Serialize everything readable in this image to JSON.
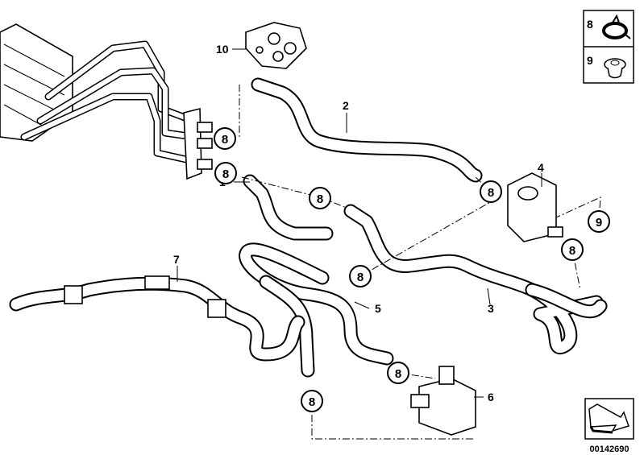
{
  "diagram": {
    "part_labels": [
      "10",
      "2",
      "1",
      "4",
      "7",
      "5",
      "3",
      "6"
    ],
    "callout_clamp": "8",
    "callout_grommet": "9",
    "legend": [
      {
        "number": "8",
        "icon": "hose-clamp-icon"
      },
      {
        "number": "9",
        "icon": "grommet-icon"
      }
    ],
    "drawing_number": "00142690",
    "orientation_icon": "direction-arrow-icon"
  }
}
